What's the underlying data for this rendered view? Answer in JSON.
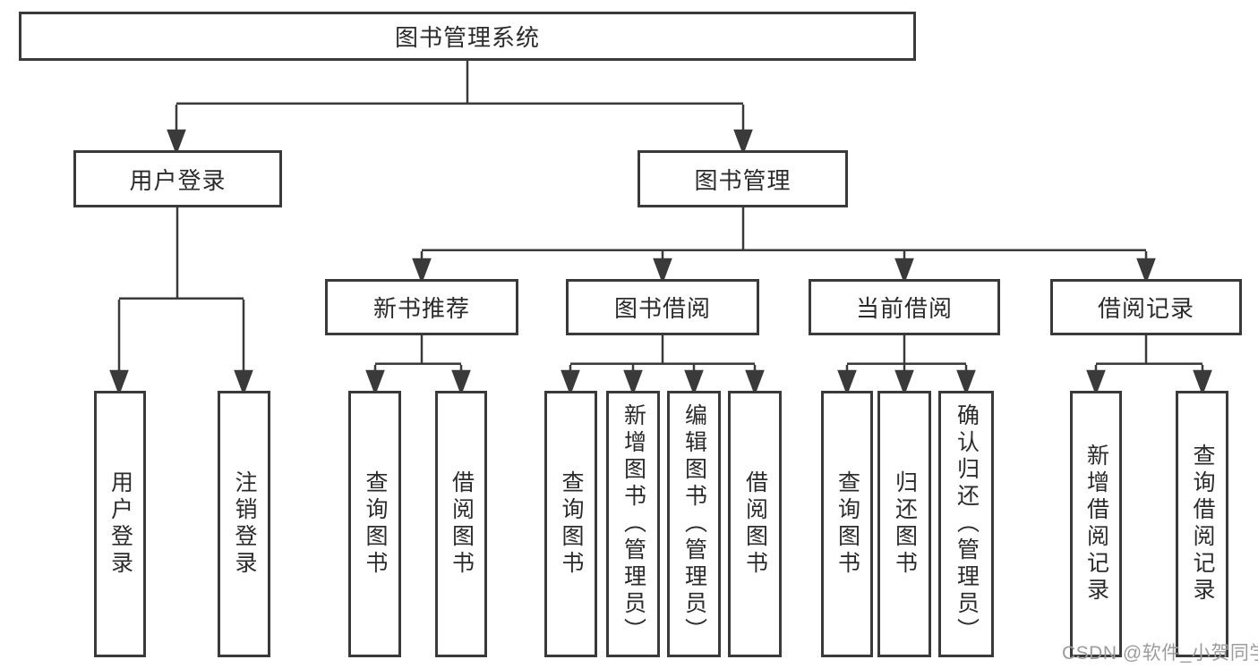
{
  "diagram": {
    "root": {
      "label": "图书管理系统"
    },
    "level2": {
      "user_login": {
        "label": "用户登录"
      },
      "book_management": {
        "label": "图书管理"
      }
    },
    "level3": {
      "new_book_recommendation": {
        "label": "新书推荐"
      },
      "book_borrowing": {
        "label": "图书借阅"
      },
      "current_borrowing": {
        "label": "当前借阅"
      },
      "borrowing_records": {
        "label": "借阅记录"
      }
    },
    "leaves": {
      "user_login": {
        "label": "用户登录"
      },
      "logout": {
        "label": "注销登录"
      },
      "recommend_query_books": {
        "label": "查询图书"
      },
      "recommend_borrow_books": {
        "label": "借阅图书"
      },
      "borrow_query_books": {
        "label": "查询图书"
      },
      "borrow_add_books": {
        "label": "新增图书（管理员）"
      },
      "borrow_edit_books": {
        "label": "编辑图书（管理员）"
      },
      "borrow_borrow_books": {
        "label": "借阅图书"
      },
      "current_query_books": {
        "label": "查询图书"
      },
      "current_return_books": {
        "label": "归还图书"
      },
      "current_confirm_return": {
        "label": "确认归还（管理员）"
      },
      "records_add_record": {
        "label": "新增借阅记录"
      },
      "records_query_record": {
        "label": "查询借阅记录"
      }
    }
  },
  "watermark": {
    "text": "CSDN @软件_小贺同学"
  },
  "colors": {
    "line": "#3a3a3a",
    "text": "#2b2b2b",
    "watermark": "#9c9c9c",
    "background": "#ffffff"
  }
}
